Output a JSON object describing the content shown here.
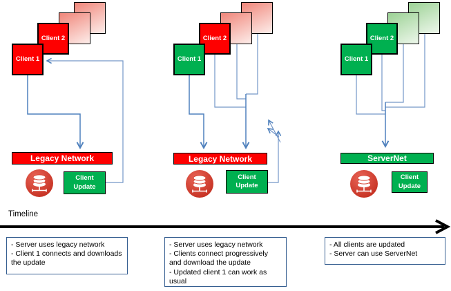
{
  "colors": {
    "red": "#FE0000",
    "green": "#00B050",
    "pink_grad_start": "#F0867A",
    "pink_grad_end": "#FDEDEA",
    "green_grad_start": "#9CD295",
    "green_grad_end": "#EDF7EB",
    "connector_blue": "#7396C8",
    "arrow_blue": "#4F81BD",
    "note_border_blue": "#365F91",
    "db_icon_red_dark": "#C22D1E",
    "db_icon_red_light": "#E96457",
    "timeline_black": "#000000"
  },
  "timeline": {
    "label": "Timeline"
  },
  "phases": [
    {
      "client1_label": "Client 1",
      "client2_label": "Client 2",
      "network_label": "Legacy Network",
      "update_label": "Client Update",
      "notes": [
        "- Server uses legacy network",
        "- Client 1 connects and downloads the update"
      ]
    },
    {
      "client1_label": "Client 1",
      "client2_label": "Client 2",
      "network_label": "Legacy Network",
      "update_label": "Client Update",
      "notes": [
        "- Server uses legacy network",
        "- Clients connect progressively and download the update",
        "- Updated client 1 can work as usual"
      ]
    },
    {
      "client1_label": "Client 1",
      "client2_label": "Client 2",
      "network_label": "ServerNet",
      "update_label": "Client Update",
      "notes": [
        "- All clients are updated",
        "- Server can use ServerNet"
      ]
    }
  ]
}
